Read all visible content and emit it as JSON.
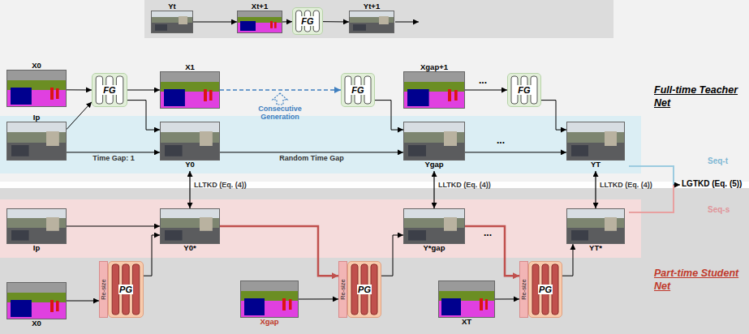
{
  "diagram": {
    "nodes": [
      {
        "text": [
          "Full-time Teacher Net"
        ]
      },
      {
        "text": [
          "Yt"
        ],
        "in": 0
      },
      {
        "text": [
          "Xt+1"
        ],
        "in": 0
      },
      {
        "text": [
          "FG"
        ],
        "in": 0
      },
      {
        "text": [
          "Yt+1"
        ],
        "in": 0
      },
      {
        "text": [
          "X0"
        ],
        "in": 0
      },
      {
        "text": [
          "Ip"
        ],
        "in": 0
      },
      {
        "text": [
          "FG"
        ],
        "in": 0
      },
      {
        "text": [
          "X1"
        ],
        "in": 0
      },
      {
        "text": [
          "Y0"
        ],
        "in": 0
      },
      {
        "text": [
          "FG"
        ],
        "in": 0
      },
      {
        "text": [
          "Xgap+1"
        ],
        "in": 0
      },
      {
        "text": [
          "Ygap"
        ],
        "in": 0
      },
      {
        "text": [
          "FG"
        ],
        "in": 0
      },
      {
        "text": [
          "YT"
        ],
        "in": 0
      },
      {
        "text": [
          "Part-time Student Net"
        ]
      },
      {
        "text": [
          "Ip"
        ],
        "in": 15
      },
      {
        "text": [
          "Y0*"
        ],
        "in": 15
      },
      {
        "text": [
          "Y*gap"
        ],
        "in": 15
      },
      {
        "text": [
          "YT*"
        ],
        "in": 15
      },
      {
        "text": [
          "X0"
        ],
        "in": 15
      },
      {
        "text": [
          "Re-size"
        ],
        "in": 15
      },
      {
        "text": [
          "PG"
        ],
        "in": 15
      },
      {
        "text": [
          "Xgap"
        ],
        "in": 15
      },
      {
        "text": [
          "Re-size"
        ],
        "in": 15
      },
      {
        "text": [
          "PG"
        ],
        "in": 15
      },
      {
        "text": [
          "XT"
        ],
        "in": 15
      },
      {
        "text": [
          "Re-size"
        ],
        "in": 15
      },
      {
        "text": [
          "PG"
        ],
        "in": 15
      }
    ],
    "edges": [
      {
        "from": 1,
        "to": 2,
        "arrow": "to"
      },
      {
        "from": 2,
        "to": 3,
        "arrow": "to"
      },
      {
        "from": 3,
        "to": 4,
        "arrow": "to"
      },
      {
        "from": 5,
        "to": 7,
        "arrow": "to"
      },
      {
        "from": 6,
        "to": 7,
        "arrow": "to"
      },
      {
        "from": 7,
        "to": 8,
        "arrow": "to"
      },
      {
        "from": 7,
        "to": 9,
        "arrow": "to"
      },
      {
        "from": 6,
        "to": 9,
        "label": "Time Gap: 1",
        "arrow": "to"
      },
      {
        "from": 8,
        "to": 10,
        "arrow": "to"
      },
      {
        "from": 9,
        "to": 12,
        "label": "Random Time Gap",
        "arrow": "to"
      },
      {
        "from": 10,
        "to": 12,
        "arrow": "to"
      },
      {
        "from": 11,
        "to": 13,
        "arrow": "to"
      },
      {
        "from": 13,
        "to": 14,
        "arrow": "to"
      },
      {
        "from": 12,
        "to": 14,
        "arrow": "to"
      },
      {
        "from": 9,
        "to": 17,
        "label": "LLTKD (Eq. (4))",
        "arrow": "both"
      },
      {
        "from": 12,
        "to": 18,
        "label": "LLTKD (Eq. (4))",
        "arrow": "both"
      },
      {
        "from": 14,
        "to": 19,
        "label": "LLTKD (Eq. (4))",
        "arrow": "both"
      },
      {
        "from": 16,
        "to": 17,
        "arrow": "to"
      },
      {
        "from": 20,
        "to": 21,
        "arrow": "to"
      },
      {
        "from": 22,
        "to": 17,
        "arrow": "to"
      },
      {
        "from": 17,
        "to": 24,
        "arrow": "to"
      },
      {
        "from": 23,
        "to": 24,
        "arrow": "to"
      },
      {
        "from": 25,
        "to": 18,
        "arrow": "to"
      },
      {
        "from": 18,
        "to": 27,
        "arrow": "to"
      },
      {
        "from": 26,
        "to": 27,
        "arrow": "to"
      },
      {
        "from": 28,
        "to": 19,
        "arrow": "to"
      }
    ],
    "labels": [
      "Consecutive Generation",
      "...",
      "...",
      "...",
      "Seq-t",
      "Seq-s",
      "LGTKD (Eq. (5))"
    ]
  }
}
